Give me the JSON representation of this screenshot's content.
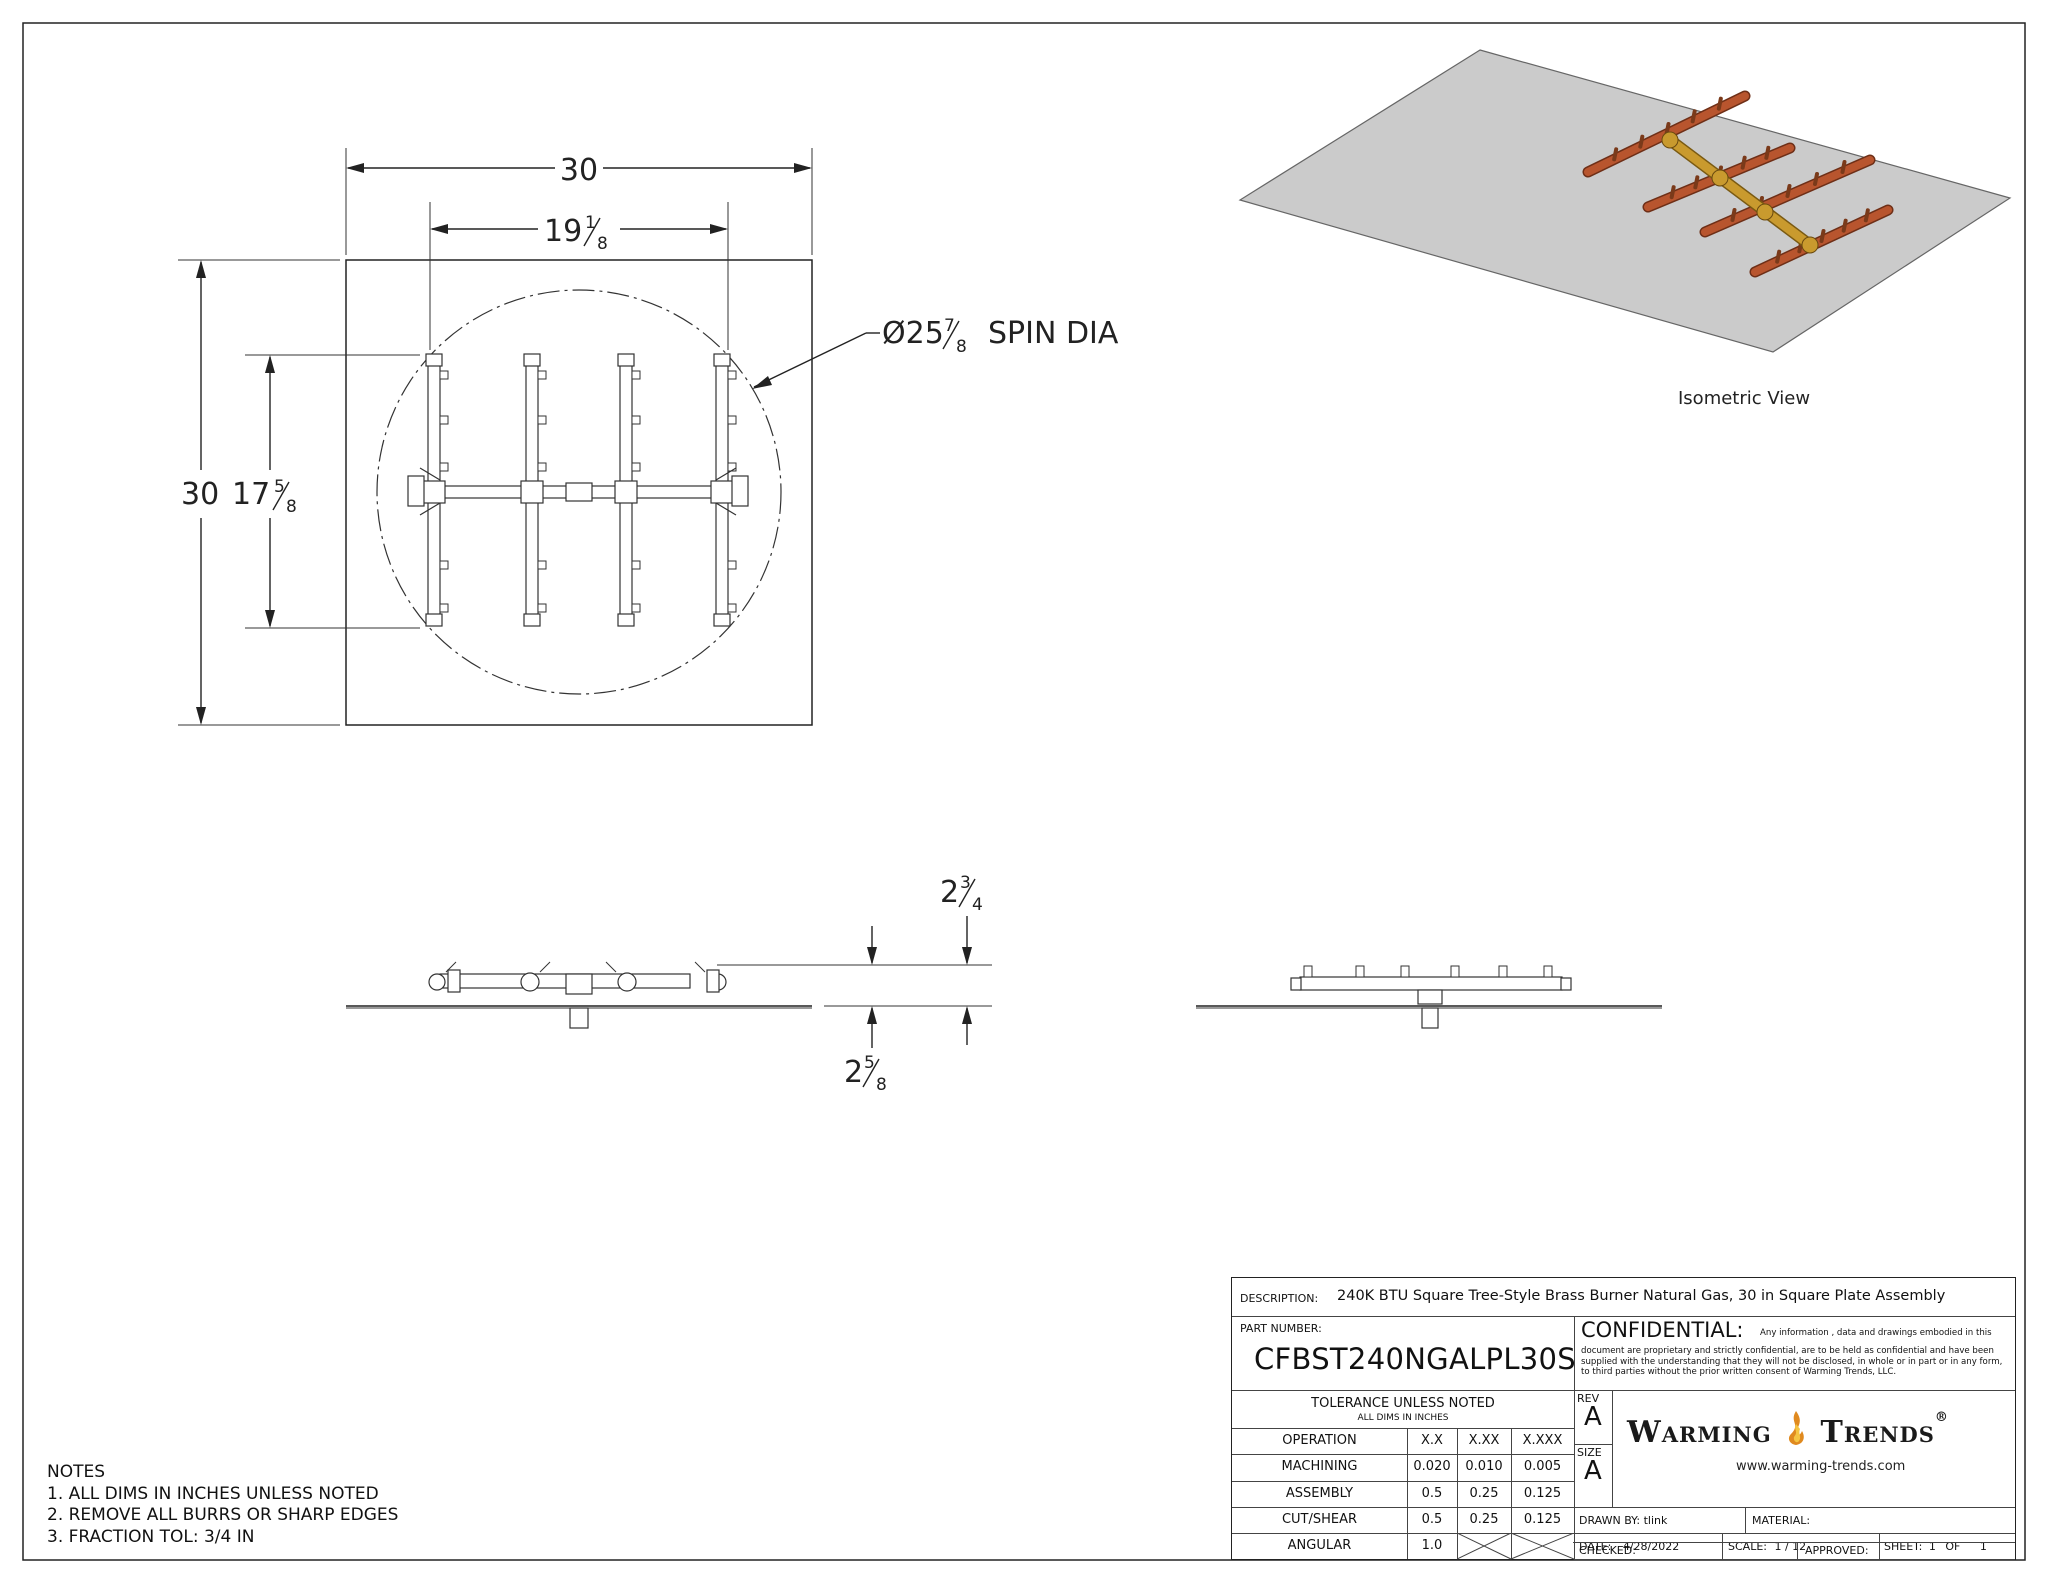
{
  "dims": {
    "width_overall": "30",
    "width_burner_whole": "19",
    "width_burner_num": "1",
    "width_burner_den": "8",
    "height_overall": "30",
    "height_burner_whole": "17",
    "height_burner_num": "5",
    "height_burner_den": "8",
    "spin_prefix": "Ø25",
    "spin_num": "7",
    "spin_den": "8",
    "spin_label": "SPIN DIA",
    "height_top_whole": "2",
    "height_top_num": "3",
    "height_top_den": "4",
    "height_bottom_whole": "2",
    "height_bottom_num": "5",
    "height_bottom_den": "8"
  },
  "iso_caption": "Isometric View",
  "notes": {
    "title": "NOTES",
    "items": [
      "1. ALL DIMS IN INCHES UNLESS NOTED",
      "2. REMOVE ALL BURRS OR SHARP EDGES",
      "3. FRACTION TOL: 3/4 IN"
    ]
  },
  "title_block": {
    "description_label": "DESCRIPTION:",
    "description": "240K BTU Square Tree-Style Brass Burner Natural Gas, 30 in Square Plate Assembly",
    "part_number_label": "PART NUMBER:",
    "part_number": "CFBST240NGALPL30S",
    "confidential_title": "CONFIDENTIAL:",
    "confidential_lead": "Any information , data and drawings embodied in this",
    "confidential_body": "document are proprietary and strictly confidential, are to be held as confidential and have been supplied with the understanding that they will not be disclosed, in whole or in part or in any form, to third parties without the prior written consent of Warming Trends, LLC.",
    "tolerance_title": "TOLERANCE UNLESS NOTED",
    "tolerance_sub": "ALL DIMS IN INCHES",
    "tol_headers": [
      "OPERATION",
      "X.X",
      "X.XX",
      "X.XXX"
    ],
    "tol_rows": [
      [
        "MACHINING",
        "0.020",
        "0.010",
        "0.005"
      ],
      [
        "ASSEMBLY",
        "0.5",
        "0.25",
        "0.125"
      ],
      [
        "CUT/SHEAR",
        "0.5",
        "0.25",
        "0.125"
      ],
      [
        "ANGULAR",
        "1.0",
        "",
        ""
      ]
    ],
    "rev_label": "REV",
    "rev": "A",
    "size_label": "SIZE",
    "size": "A",
    "logo_left": "Warming",
    "logo_right": "Trends",
    "logo_reg": "®",
    "website": "www.warming-trends.com",
    "drawn_by": "DRAWN BY: tlink",
    "material": "MATERIAL:",
    "date_label": "DATE:",
    "date": "4/28/2022",
    "scale_label": "SCALE:",
    "scale": "1 / 12",
    "sheet_label": "SHEET:",
    "sheet": "1",
    "of_label": "OF",
    "sheet_total": "1",
    "checked": "CHECKED:",
    "approved": "APPROVED:"
  },
  "colors": {
    "copper": "#b8552e",
    "brass": "#c99a2e",
    "plate": "#cbcbcb"
  }
}
